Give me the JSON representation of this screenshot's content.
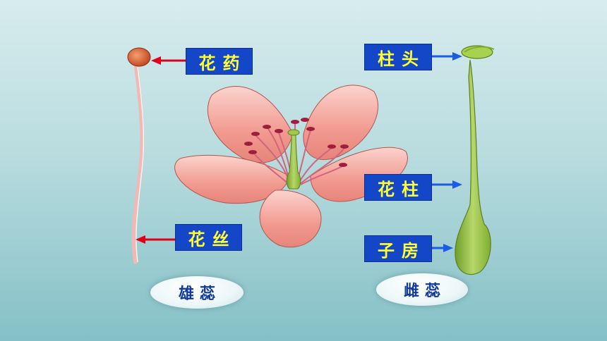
{
  "labels": {
    "anther": "花药",
    "filament": "花丝",
    "stigma": "柱头",
    "style": "花柱",
    "ovary": "子房"
  },
  "groups": {
    "stamen": "雄蕊",
    "pistil": "雌蕊"
  },
  "colors": {
    "label_bg": "#1446c8",
    "label_text": "#ffff33",
    "stamen_arrow": "#e0001b",
    "pistil_arrow": "#1a5ce8",
    "petal": "#f4a39a",
    "pistil_green": "#8fbf3b"
  }
}
